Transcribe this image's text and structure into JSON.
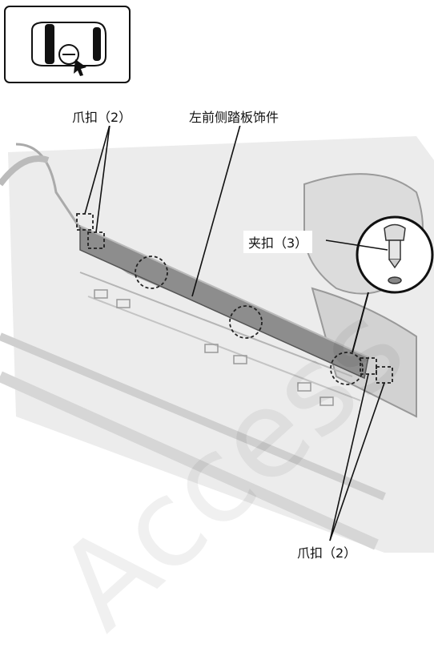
{
  "labels": {
    "claw_top": "爪扣（2）",
    "trim": "左前侧踏板饰件",
    "clip": "夹扣（3）",
    "claw_bottom": "爪扣（2）"
  },
  "watermark": "Access",
  "icons": {
    "locator": "vehicle-top-view-icon"
  }
}
